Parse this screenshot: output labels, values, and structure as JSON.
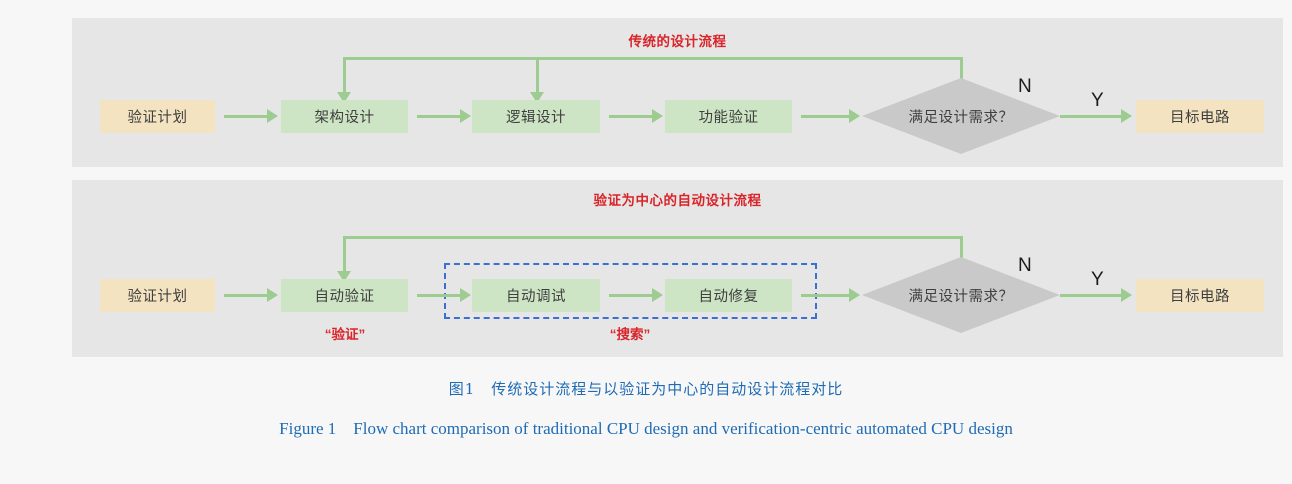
{
  "figure": {
    "background_color": "#f7f7f7",
    "panel_color": "#e6e6e6",
    "accent_red": "#d9252a",
    "accent_green": "#9ccc8f",
    "node_green": "#cde5c4",
    "node_tan": "#f4e3c1",
    "decision_gray": "#c9c9c9",
    "dashed_blue": "#3b6fd4",
    "caption_blue": "#1f6bb4"
  },
  "panels": [
    {
      "id": "traditional",
      "title": "传统的设计流程",
      "nodes": {
        "start": "验证计划",
        "step1": "架构设计",
        "step2": "逻辑设计",
        "step3": "功能验证",
        "decision": "满足设计需求？",
        "end": "目标电路"
      },
      "branches": {
        "no": "N",
        "yes": "Y"
      }
    },
    {
      "id": "automated",
      "title": "验证为中心的自动设计流程",
      "nodes": {
        "start": "验证计划",
        "step1": "自动验证",
        "step2": "自动调试",
        "step3": "自动修复",
        "decision": "满足设计需求？",
        "end": "目标电路"
      },
      "branches": {
        "no": "N",
        "yes": "Y"
      },
      "annotations": {
        "verify": "“验证”",
        "search": "“搜索”"
      }
    }
  ],
  "caption": {
    "chinese": "图1　传统设计流程与以验证为中心的自动设计流程对比",
    "english": "Figure 1　Flow chart comparison of traditional CPU design and verification-centric automated CPU design"
  }
}
